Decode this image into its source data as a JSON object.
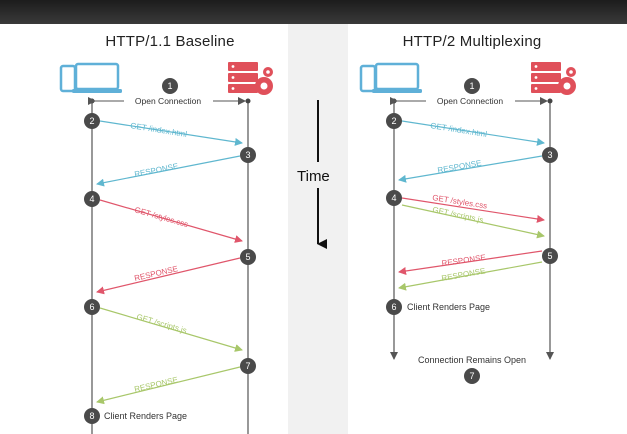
{
  "left": {
    "title": "HTTP/1.1 Baseline",
    "open_connection": "Open Connection",
    "get_index": "GET /index.html",
    "response_1": "RESPONSE",
    "get_styles": "GET /styles.css",
    "response_2": "RESPONSE",
    "get_scripts": "GET /scripts.js",
    "response_3": "RESPONSE",
    "client_renders": "Client Renders Page",
    "steps": [
      "1",
      "2",
      "3",
      "4",
      "5",
      "6",
      "7",
      "8"
    ]
  },
  "center": {
    "time": "Time"
  },
  "right": {
    "title": "HTTP/2 Multiplexing",
    "open_connection": "Open Connection",
    "get_index": "GET /index.html",
    "response_1": "RESPONSE",
    "get_styles": "GET /styles.css",
    "get_scripts": "GET /scripts.js",
    "response_2": "RESPONSE",
    "response_3": "RESPONSE",
    "client_renders": "Client Renders Page",
    "connection_open": "Connection Remains Open",
    "steps": [
      "1",
      "2",
      "3",
      "4",
      "5",
      "6",
      "7"
    ]
  },
  "colors": {
    "request_blue": "#5fb7cf",
    "response_teal": "#5fb7cf",
    "request_red": "#e0566b",
    "request_green": "#a8c76a",
    "server_red": "#e0505a",
    "device_blue": "#5fb0d8",
    "node": "#4a4a4a"
  },
  "icons": [
    "laptop-phone-icon",
    "server-gear-icon"
  ]
}
